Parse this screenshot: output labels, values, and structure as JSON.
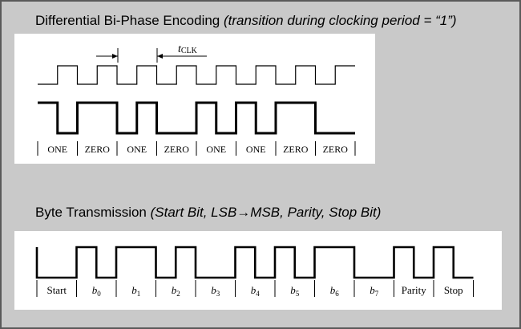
{
  "section_encoding": {
    "title_plain": "Differential Bi-Phase Encoding ",
    "title_italic": "(transition during clocking period = “1”)",
    "clock_period_symbol": "t",
    "clock_period_subscript": "CLK",
    "bit_labels": [
      "ONE",
      "ZERO",
      "ONE",
      "ZERO",
      "ONE",
      "ONE",
      "ZERO",
      "ZERO"
    ]
  },
  "section_byte": {
    "title_plain": "Byte Transmission ",
    "title_italic": "(Start Bit, LSB→MSB, Parity, Stop Bit)",
    "field_labels": [
      {
        "main": "Start",
        "sub": ""
      },
      {
        "main": "b",
        "sub": "0"
      },
      {
        "main": "b",
        "sub": "1"
      },
      {
        "main": "b",
        "sub": "2"
      },
      {
        "main": "b",
        "sub": "3"
      },
      {
        "main": "b",
        "sub": "4"
      },
      {
        "main": "b",
        "sub": "5"
      },
      {
        "main": "b",
        "sub": "6"
      },
      {
        "main": "b",
        "sub": "7"
      },
      {
        "main": "Parity",
        "sub": ""
      },
      {
        "main": "Stop",
        "sub": ""
      }
    ]
  },
  "colors": {
    "background": "#c9c9c9",
    "panel": "#ffffff",
    "frame_border": "#5a5a5a",
    "signal": "#000000"
  }
}
